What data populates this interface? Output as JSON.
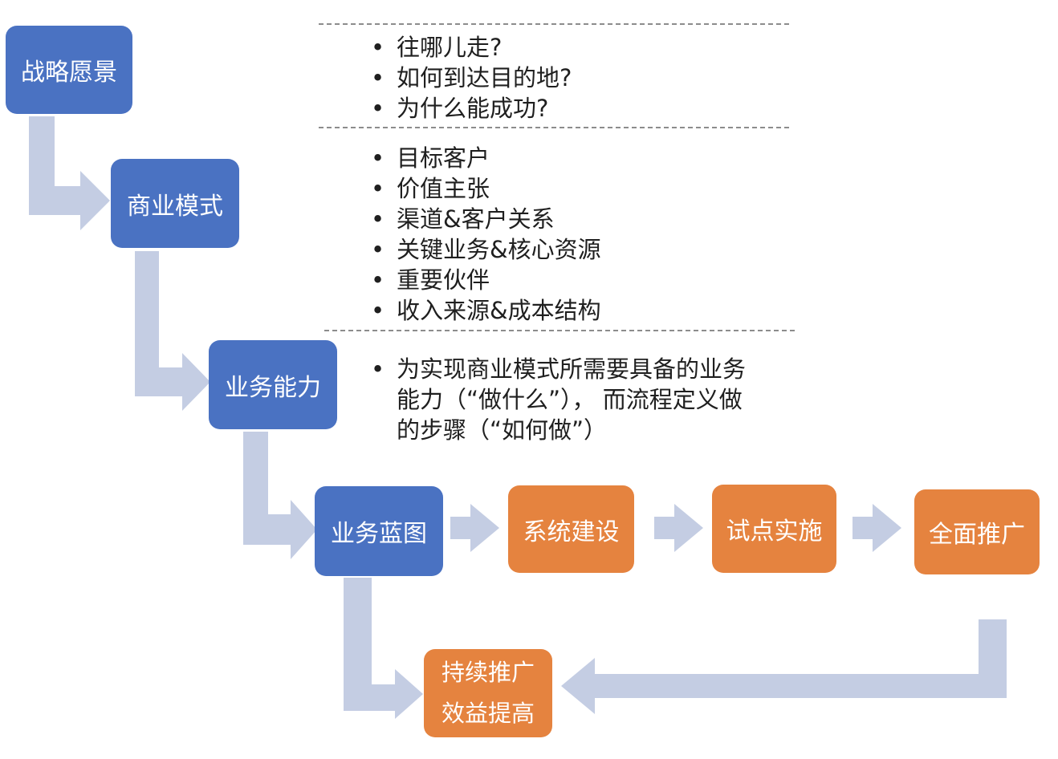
{
  "colors": {
    "blue": "#4a72c2",
    "orange": "#e5833f",
    "arrow": "#c4cde3"
  },
  "nodes": {
    "strategy": "战略愿景",
    "business_model": "商业模式",
    "capability": "业务能力",
    "blueprint": "业务蓝图",
    "system": "系统建设",
    "pilot": "试点实施",
    "rollout": "全面推广",
    "continuous": {
      "line1": "持续推广",
      "line2": "效益提高"
    }
  },
  "notes": {
    "strategy": [
      "往哪儿走?",
      "如何到达目的地?",
      "为什么能成功?"
    ],
    "business_model": [
      "目标客户",
      "价值主张",
      "渠道&客户关系",
      "关键业务&核心资源",
      "重要伙伴",
      "收入来源&成本结构"
    ],
    "capability": {
      "line1": "为实现商业模式所需要具备的业务",
      "line2": "能力（“做什么”）， 而流程定义做",
      "line3": "的步骤（“如何做”）"
    }
  }
}
